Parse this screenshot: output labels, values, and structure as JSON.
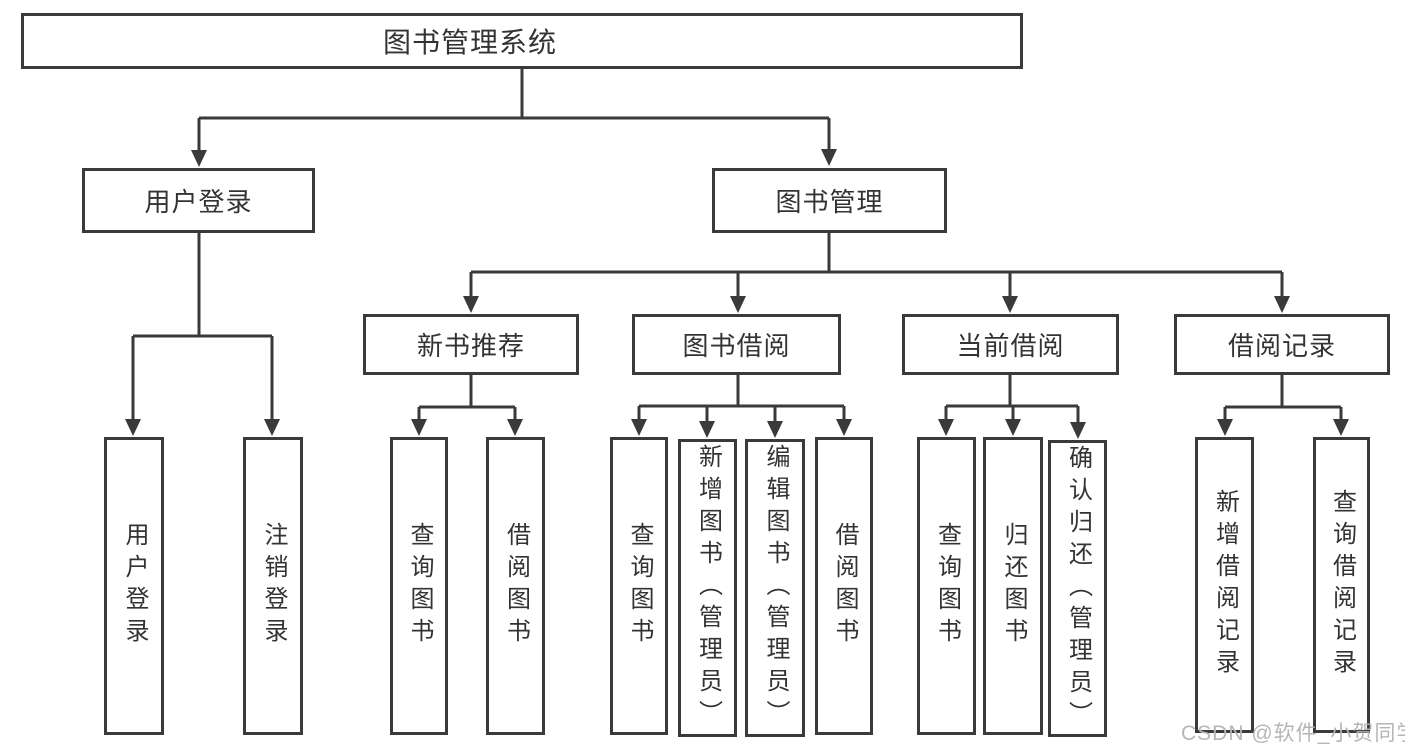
{
  "diagram": {
    "root": {
      "label": "图书管理系统"
    },
    "level2": [
      {
        "label": "用户登录"
      },
      {
        "label": "图书管理"
      }
    ],
    "level3": [
      {
        "label": "新书推荐"
      },
      {
        "label": "图书借阅"
      },
      {
        "label": "当前借阅"
      },
      {
        "label": "借阅记录"
      }
    ],
    "leaves": [
      {
        "label": "用户登录"
      },
      {
        "label": "注销登录"
      },
      {
        "label": "查询图书"
      },
      {
        "label": "借阅图书"
      },
      {
        "label": "查询图书"
      },
      {
        "label": "新增图书（管理员）"
      },
      {
        "label": "编辑图书（管理员）"
      },
      {
        "label": "借阅图书"
      },
      {
        "label": "查询图书"
      },
      {
        "label": "归还图书"
      },
      {
        "label": "确认归还（管理员）"
      },
      {
        "label": "新增借阅记录"
      },
      {
        "label": "查询借阅记录"
      }
    ]
  },
  "watermark": {
    "text": "CSDN @软件_小贺同学"
  },
  "colors": {
    "line": "#3a3a3a",
    "text": "#333333",
    "watermark": "#b6b6b6",
    "background": "#ffffff"
  }
}
